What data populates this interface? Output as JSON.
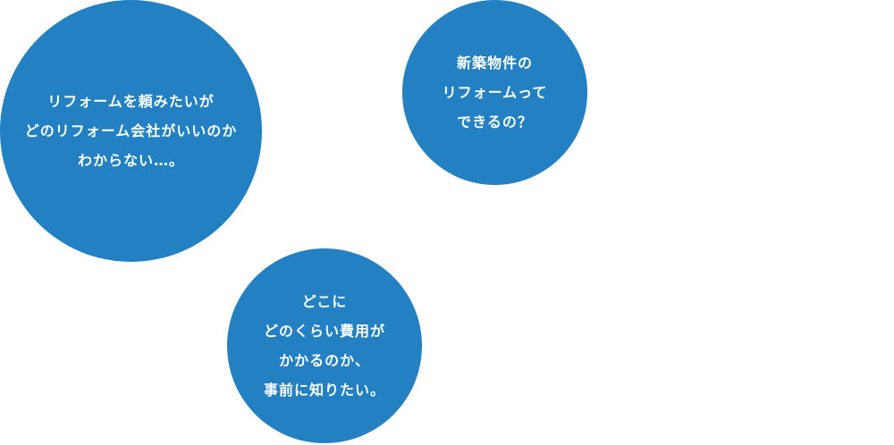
{
  "bubbles": [
    {
      "lines": [
        "リフォームを頼みたいが",
        "どのリフォーム会社がいいのか",
        "わからない…。"
      ]
    },
    {
      "lines": [
        "新築物件の",
        "リフォームって",
        "できるの？"
      ]
    },
    {
      "lines": [
        "どこに",
        "どのくらい費用が",
        "かかるのか、",
        "事前に知りたい。"
      ]
    }
  ],
  "colors": {
    "bubble": "#2280c3",
    "text": "#ffffff"
  }
}
